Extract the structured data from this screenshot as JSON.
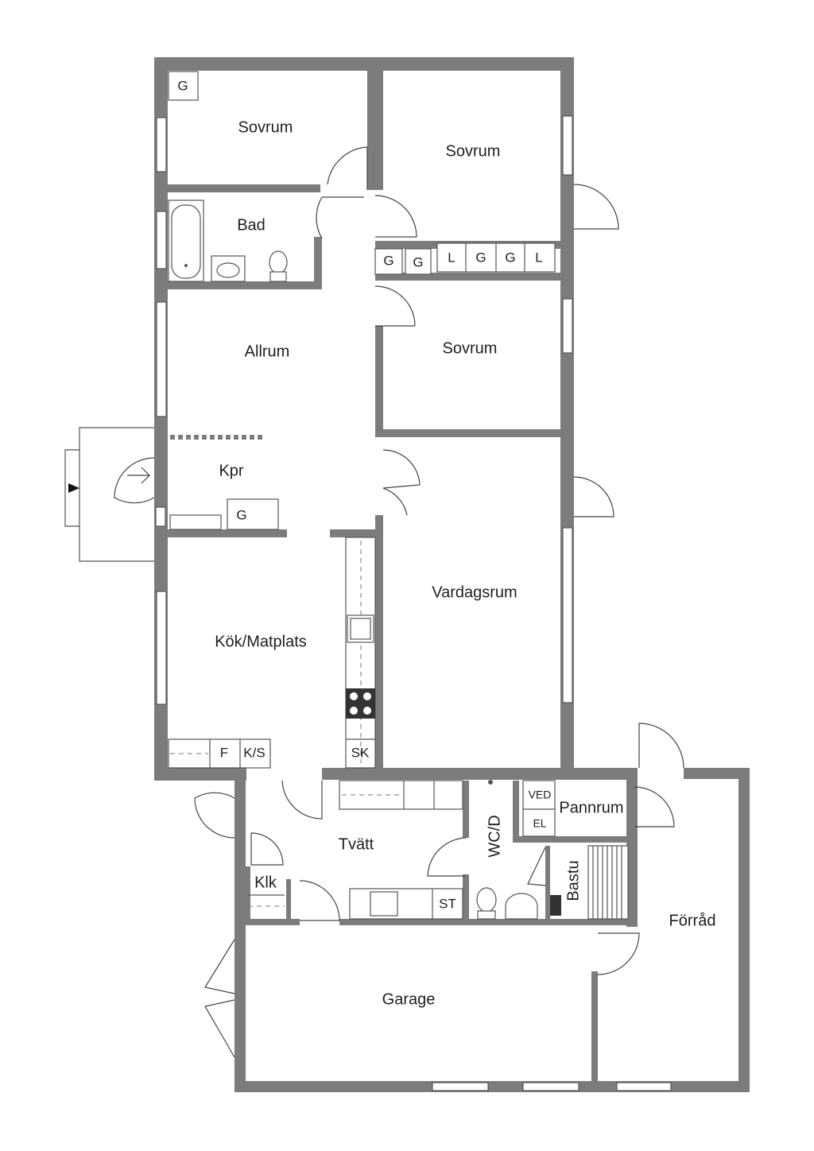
{
  "rooms": {
    "sovrum_1": "Sovrum",
    "sovrum_2": "Sovrum",
    "sovrum_3": "Sovrum",
    "bad": "Bad",
    "allrum": "Allrum",
    "kpr": "Kpr",
    "kok": "Kök/Matplats",
    "vardagsrum": "Vardagsrum",
    "tvatt": "Tvätt",
    "klk": "Klk",
    "wc": "WC/D",
    "bastu": "Bastu",
    "pannrum": "Pannrum",
    "forrad": "Förråd",
    "garage": "Garage"
  },
  "fixtures": {
    "g": "G",
    "l": "L",
    "f": "F",
    "ks": "K/S",
    "sk": "SK",
    "st": "ST",
    "ved": "VED",
    "el": "EL"
  },
  "colors": {
    "wall": "#7c7c7c",
    "line": "#555555"
  }
}
